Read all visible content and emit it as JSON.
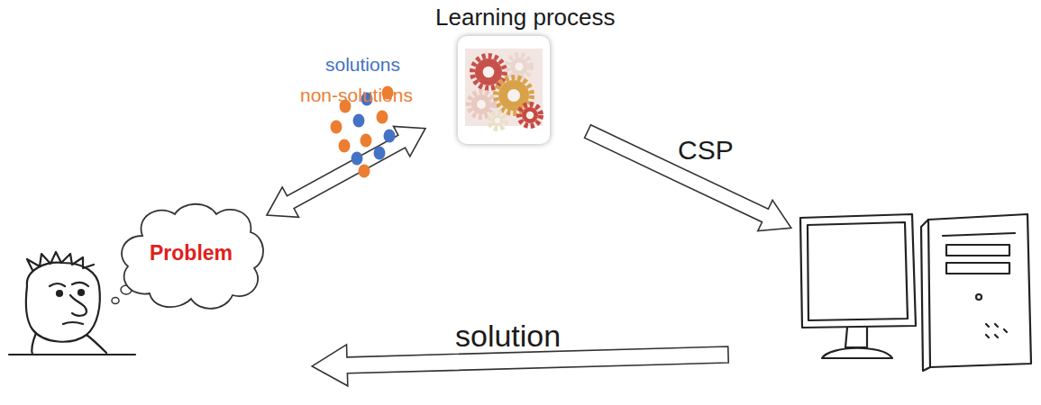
{
  "diagram": {
    "nodes": [
      {
        "text": [
          "Problem"
        ]
      },
      {
        "text": [
          "Learning process"
        ]
      }
    ],
    "edges": [
      {
        "from": 0,
        "to": 1,
        "arrow": "both"
      }
    ],
    "labels": [
      "solutions",
      "non-solutions",
      "CSP",
      "solution"
    ]
  }
}
